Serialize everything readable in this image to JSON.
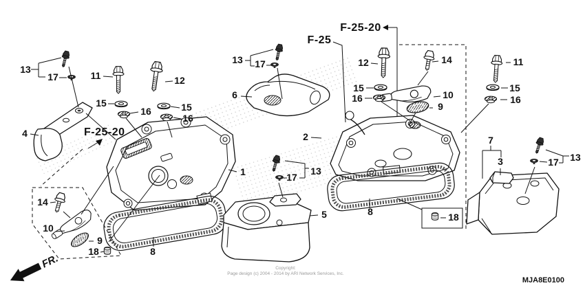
{
  "figure": {
    "code": "MJA8E0100",
    "front_marker": "FR.",
    "copyright_line1": "Copyright:",
    "copyright_line2": "Page design (c) 2004 - 2014 by ARI Network Services, Inc."
  },
  "refs": {
    "f25": "F-25",
    "f2520_top": "F-25-20",
    "f2520_left": "F-25-20"
  },
  "colors": {
    "ink": "#111111",
    "background": "#ffffff",
    "copyright_text": "#9a9a9a"
  },
  "callouts": {
    "n13_tl": "13",
    "n17_tl": "17",
    "n11_tl": "11",
    "n12_tl": "12",
    "n15_tl_a": "15",
    "n16_tl_a": "16",
    "n15_tl_b": "15",
    "n16_tl_b": "16",
    "n4": "4",
    "n13_tm": "13",
    "n17_tm": "17",
    "n6": "6",
    "n12_m": "12",
    "n15_m": "15",
    "n16_m": "16",
    "n14_tr": "14",
    "n10_tr": "10",
    "n9_tr": "9",
    "n11_tr": "11",
    "n15_tr": "15",
    "n16_tr": "16",
    "n2": "2",
    "n1": "1",
    "n13_m": "13",
    "n17_m": "17",
    "n5": "5",
    "n8_l": "8",
    "n8_r": "8",
    "n7": "7",
    "n3": "3",
    "n13_r": "13",
    "n17_r": "17",
    "n18_r": "18",
    "n14_bl": "14",
    "n10_bl": "10",
    "n9_bl": "9",
    "n18_bl": "18"
  }
}
